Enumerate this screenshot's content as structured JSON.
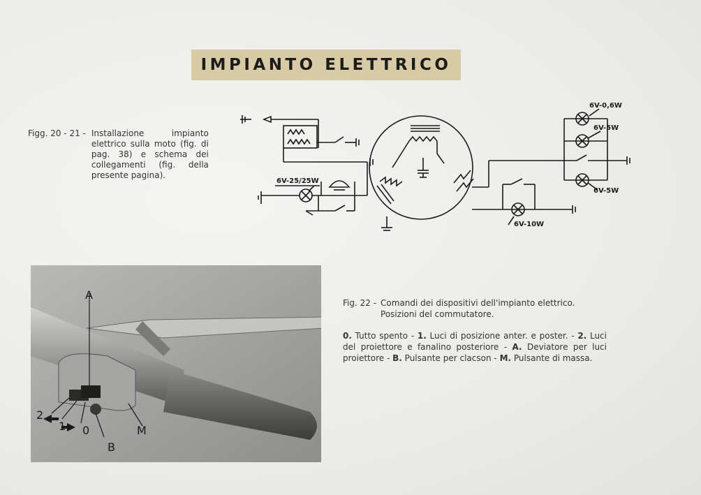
{
  "page": {
    "title": "IMPIANTO ELETTRICO"
  },
  "fig_20_21": {
    "label": "Figg. 20 - 21 -",
    "text": "Installazione impianto elettrico sulla moto (fig. di pag. 38) e schema dei collegamenti (fig. della presente pagina)."
  },
  "schematic": {
    "labels": {
      "lamp_top": "6V-0,6W",
      "lamp_mid": "6V-5W",
      "lamp_bottom": "6V-5W",
      "lamp_left": "6V-25/25W",
      "lamp_stop": "6V-10W"
    }
  },
  "photo": {
    "callouts": {
      "a": "A",
      "b": "B",
      "m": "M",
      "pos2": "2",
      "pos1": "1",
      "pos0": "0"
    }
  },
  "fig_22": {
    "label": "Fig. 22 -",
    "text": "Comandi dei dispositivi dell'impianto elettrico. Posizioni del commutatore.",
    "legend": [
      {
        "key": "0.",
        "value": "Tutto spento -"
      },
      {
        "key": "1.",
        "value": "Luci di posizione anter. e poster. -"
      },
      {
        "key": "2.",
        "value": "Luci del proiettore e fanalino posteriore -"
      },
      {
        "key": "A.",
        "value": "Deviatore per luci proiettore -"
      },
      {
        "key": "B.",
        "value": "Pulsante per clacson -"
      },
      {
        "key": "M.",
        "value": "Pulsante di massa."
      }
    ]
  }
}
